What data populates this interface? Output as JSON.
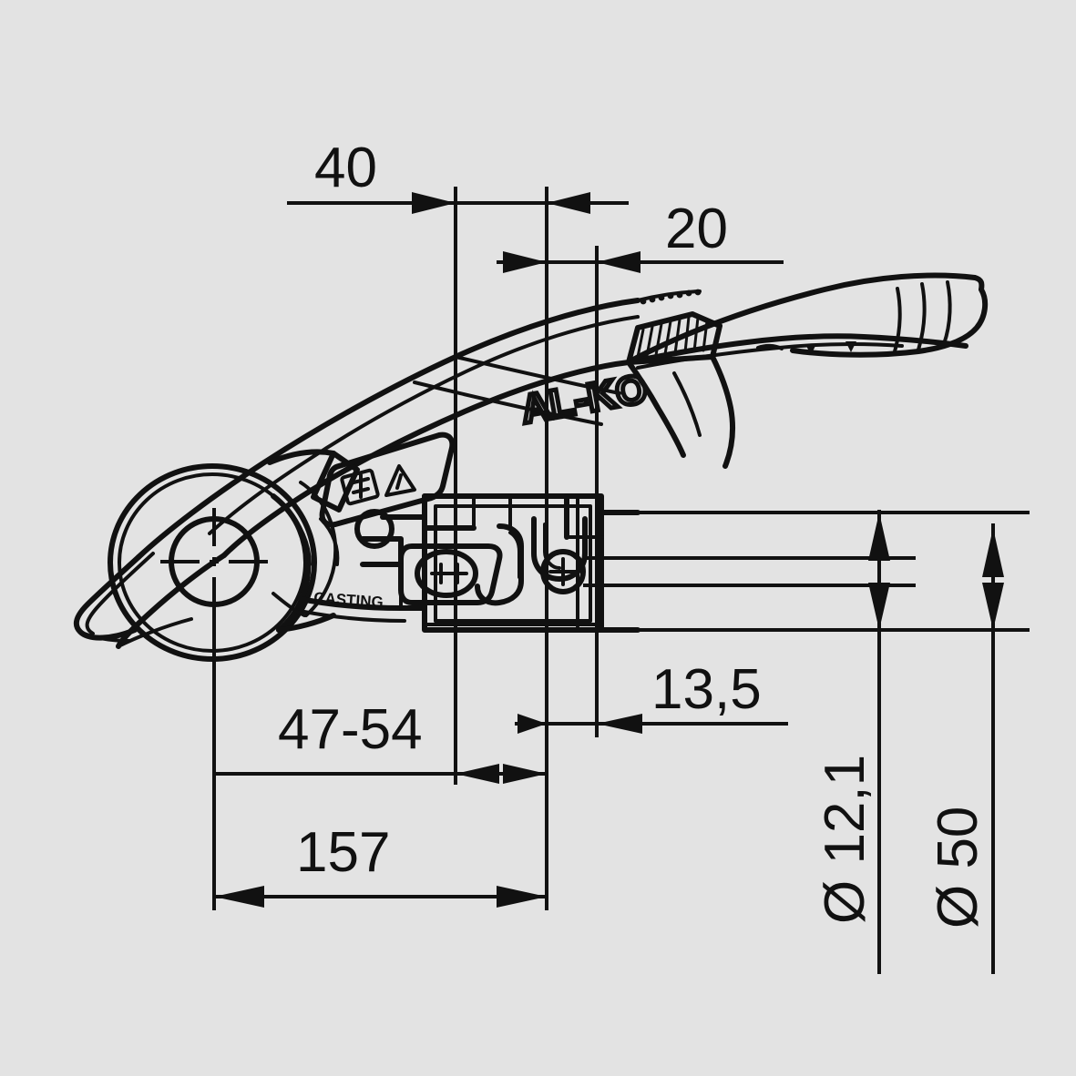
{
  "drawing": {
    "title": "AL-KO trailer coupling technical dimension drawing",
    "background_color": "#e3e3e3",
    "line_color": "#111111",
    "brand_logo": "AL-KO",
    "embossed_text": "CASTING",
    "badge_icons": [
      "square-lock-icon",
      "warning-triangle-icon"
    ]
  },
  "dimensions": {
    "horizontal": [
      {
        "name": "dim-40",
        "label": "40",
        "unit": "mm"
      },
      {
        "name": "dim-20",
        "label": "20",
        "unit": "mm"
      },
      {
        "name": "dim-13-5",
        "label": "13,5",
        "unit": "mm"
      },
      {
        "name": "dim-47-54",
        "label": "47-54",
        "unit": "mm"
      },
      {
        "name": "dim-157",
        "label": "157",
        "unit": "mm"
      }
    ],
    "vertical": [
      {
        "name": "dim-dia-12-1",
        "label": "Ø 12,1",
        "unit": "mm"
      },
      {
        "name": "dim-dia-50",
        "label": "Ø 50",
        "unit": "mm"
      }
    ]
  },
  "labels": {
    "d40": "40",
    "d20": "20",
    "d135": "13,5",
    "d4754": "47-54",
    "d157": "157",
    "dia121": "Ø 12,1",
    "dia50": "Ø 50",
    "logo": "AL-KO",
    "casting": "CASTING"
  }
}
